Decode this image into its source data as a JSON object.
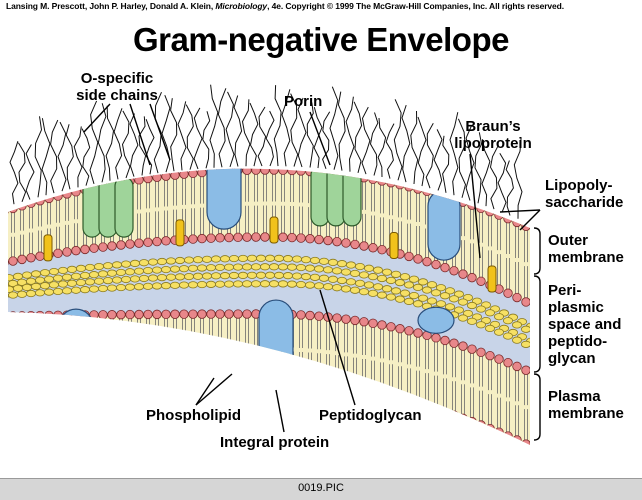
{
  "credit": {
    "authors": "Lansing M. Prescott, John P. Harley, Donald A. Klein, ",
    "book": "Microbiology",
    "rest": ", 4e. Copyright © 1999 The McGraw-Hill Companies, Inc.  All rights reserved."
  },
  "title": "Gram-negative Envelope",
  "labels": {
    "o_specific_1": "O-specific",
    "o_specific_2": "side chains",
    "porin": "Porin",
    "brauns_1": "Braun’s",
    "brauns_2": "lipoprotein",
    "lps_1": "Lipopoly-",
    "lps_2": "saccharide",
    "outer_1": "Outer",
    "outer_2": "membrane",
    "peri_1": "Peri-",
    "peri_2": "plasmic",
    "peri_3": "space and",
    "peri_4": "peptido-",
    "peri_5": "glycan",
    "plasma_1": "Plasma",
    "plasma_2": "membrane",
    "phospholipid": "Phospholipid",
    "peptidoglycan": "Peptidoglycan",
    "integral": "Integral protein"
  },
  "footer": "0019.PIC",
  "colors": {
    "head": "#e8878a",
    "tail": "#f6efc4",
    "porin": "#9fd49a",
    "blue_protein": "#8bbce6",
    "lipoprotein": "#f1c21b",
    "peptidoglycan": "#f6e064",
    "periplasm": "#c8d4e8"
  }
}
